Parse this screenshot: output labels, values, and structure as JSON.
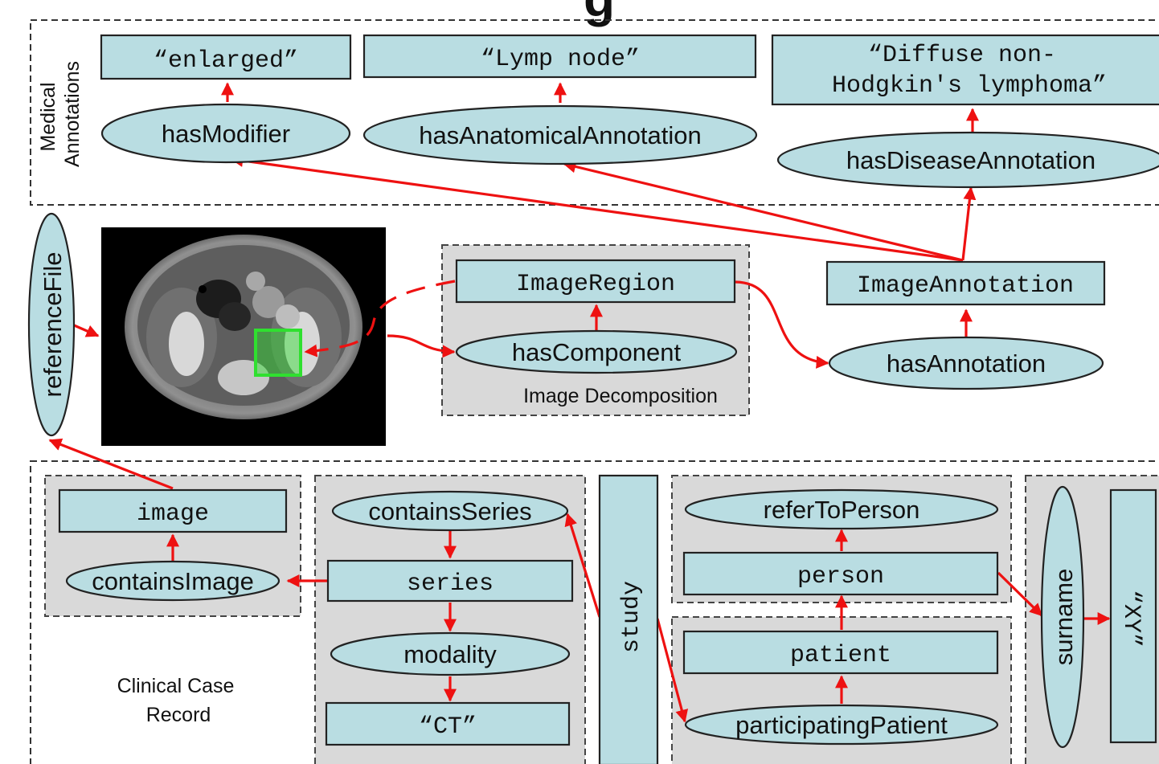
{
  "title_fragment": "g",
  "colors": {
    "node_fill": "#b9dde2",
    "group_fill": "#d9d9d9",
    "arrow": "#ee1111",
    "roi": "#2fe02f"
  },
  "zones": {
    "medical_annotations": "Medical\nAnnotations",
    "clinical_case_record": "Clinical Case\nRecord",
    "image_decomposition": "Image Decomposition"
  },
  "nodes": {
    "enlarged": "“enlarged”",
    "lymp_node": "“Lymp node”",
    "diffuse": "“Diffuse non-\nHodgkin's lymphoma”",
    "has_modifier": "hasModifier",
    "has_anatomical_annotation": "hasAnatomicalAnnotation",
    "has_disease_annotation": "hasDiseaseAnnotation",
    "reference_file": "referenceFile",
    "image_region": "ImageRegion",
    "has_component": "hasComponent",
    "image_annotation": "ImageAnnotation",
    "has_annotation": "hasAnnotation",
    "image": "image",
    "contains_image": "containsImage",
    "contains_series": "containsSeries",
    "series": "series",
    "modality": "modality",
    "ct": "“CT”",
    "study": "study",
    "refer_to_person": "referToPerson",
    "person": "person",
    "patient": "patient",
    "participating_patient": "participatingPatient",
    "surname": "surname",
    "xy": "“XY”"
  }
}
